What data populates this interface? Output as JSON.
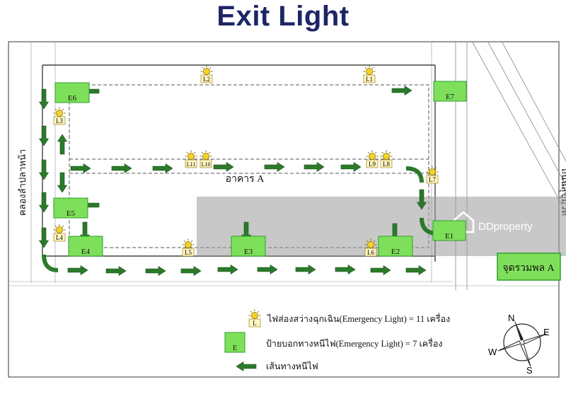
{
  "title": "Exit Light",
  "building_label": "อาคาร A",
  "road_right": "ถนนสุขุมวิท",
  "canal_left": "คลองลำปลาหน้า",
  "assembly_point": "จุดรวมพล A",
  "emergency_lights": [
    "L1",
    "L2",
    "L3",
    "L4",
    "L5",
    "L6",
    "L7",
    "L8",
    "L9",
    "L10",
    "L11"
  ],
  "exit_signs": [
    "E1",
    "E2",
    "E3",
    "E4",
    "E5",
    "E6",
    "E7"
  ],
  "legend": {
    "light_label": "L",
    "light_text": "ไฟส่องสว่างฉุกเฉิน(Emergency Light) = 11 เครื่อง",
    "sign_label": "E",
    "sign_text": "ป้ายบอกทางหนีไฟ(Emergency Light) = 7 เครื่อง",
    "route_text": "เส้นทางหนีไฟ"
  },
  "compass": {
    "n": "N",
    "e": "E",
    "s": "S",
    "w": "W"
  },
  "watermark": "DDproperty",
  "colors": {
    "title": "#1c2666",
    "sign_fill": "#7ee05a",
    "sign_stroke": "#2e9e2e",
    "arrow": "#2b7a2b",
    "light": "#f2d22b"
  }
}
